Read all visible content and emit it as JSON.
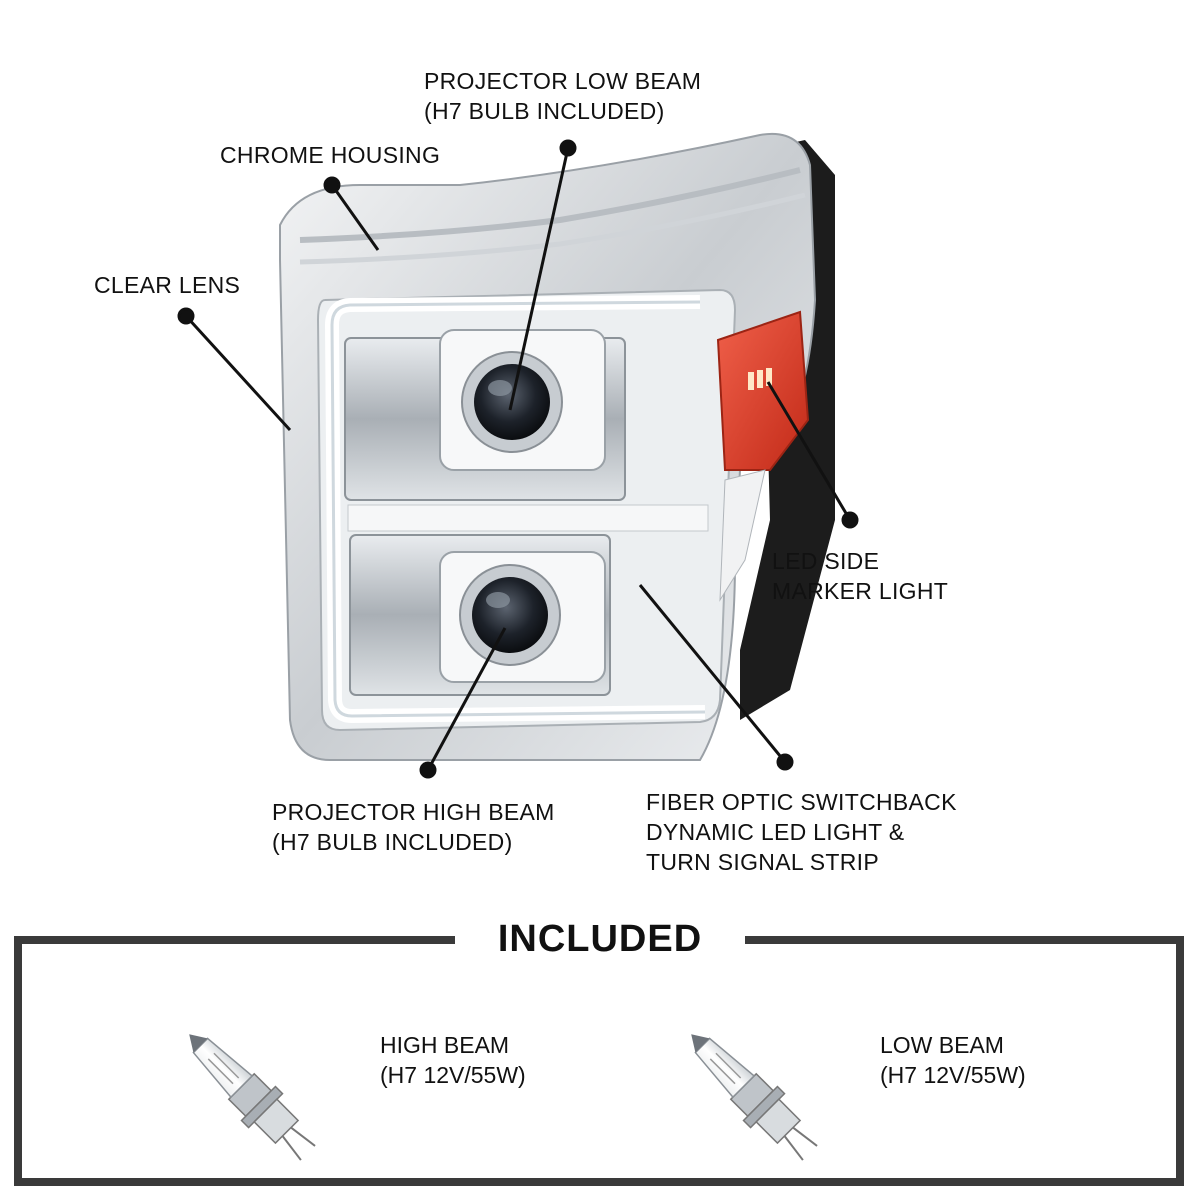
{
  "callouts": {
    "projector_low_beam": [
      "PROJECTOR LOW BEAM",
      "(H7 BULB INCLUDED)"
    ],
    "chrome_housing": [
      "CHROME HOUSING"
    ],
    "clear_lens": [
      "CLEAR LENS"
    ],
    "led_side_marker": [
      "LED SIDE",
      "MARKER LIGHT"
    ],
    "projector_high_beam": [
      "PROJECTOR HIGH BEAM",
      "(H7 BULB INCLUDED)"
    ],
    "fiber_optic": [
      "FIBER OPTIC SWITCHBACK",
      "DYNAMIC LED LIGHT &",
      "TURN SIGNAL STRIP"
    ]
  },
  "included": {
    "title": "INCLUDED",
    "bulbs": [
      {
        "line1": "HIGH BEAM",
        "line2": "(H7 12V/55W)"
      },
      {
        "line1": "LOW BEAM",
        "line2": "(H7 12V/55W)"
      }
    ]
  },
  "colors": {
    "frame": "#3a3a3a",
    "chrome": "#d9dcdf",
    "amber": "#e0402a",
    "callout": "#111111"
  }
}
